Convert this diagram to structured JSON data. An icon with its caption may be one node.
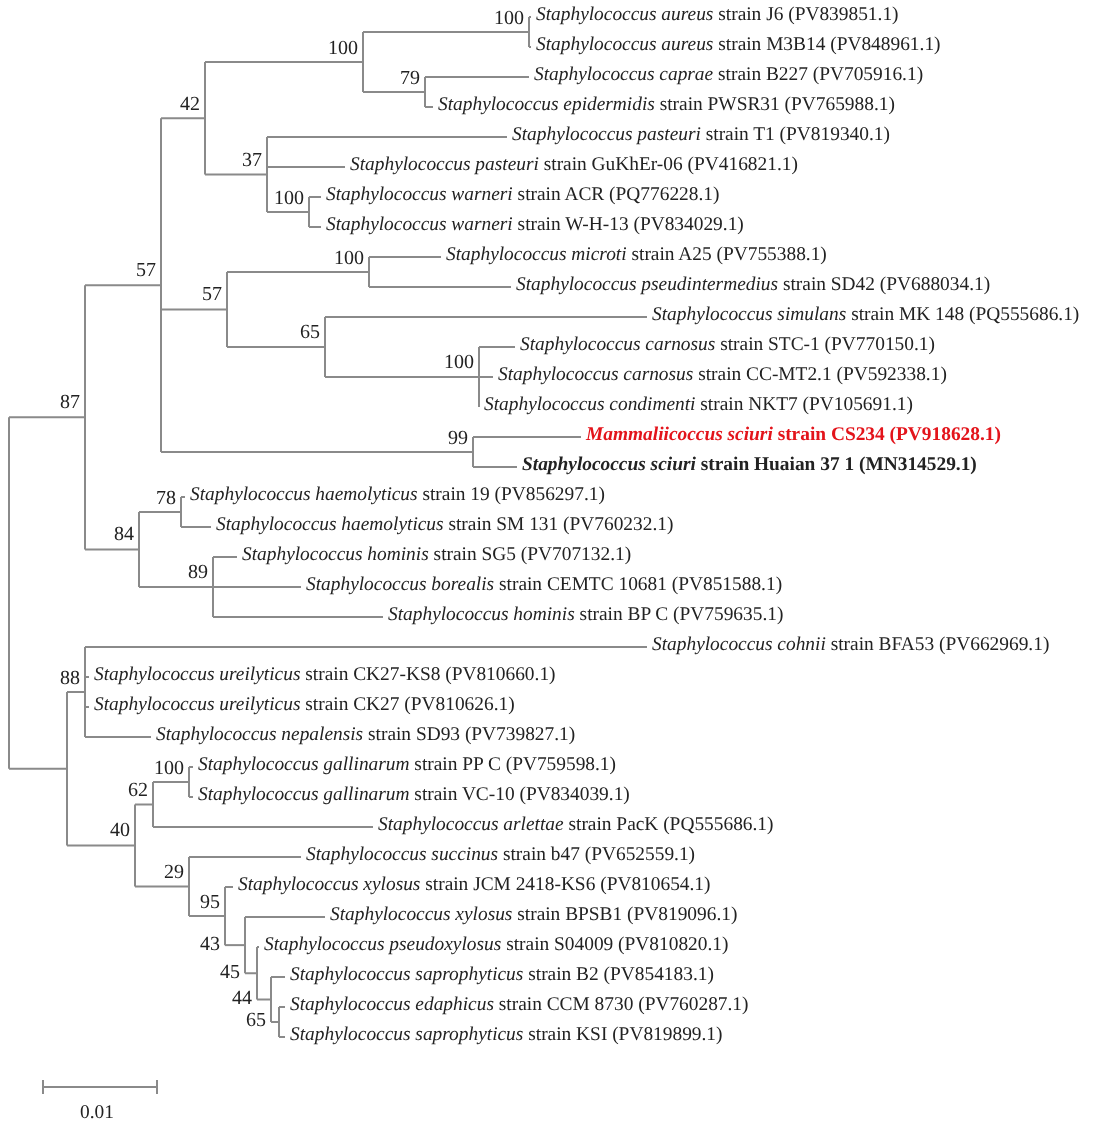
{
  "diagram": {
    "labels": [
      "*Staphylococcus aureus* strain J6 (PV839851.1)",
      "100",
      "*Staphylococcus aureus* strain M3B14 (PV848961.1)",
      "100",
      "*Staphylococcus caprae* strain B227 (PV705916.1)",
      "79",
      "*Staphylococcus epidermidis* strain PWSR31 (PV765988.1)",
      "42",
      "*Staphylococcus pasteuri* strain T1 (PV819340.1)",
      "*Staphylococcus pasteuri* strain GuKhEr-06 (PV416821.1)",
      "37",
      "*Staphylococcus warneri* strain ACR (PQ776228.1)",
      "100",
      "*Staphylococcus warneri* strain W-H-13 (PV834029.1)",
      "*Staphylococcus microti* strain A25 (PV755388.1)",
      "100",
      "57",
      "*Staphylococcus pseudintermedius* strain SD42 (PV688034.1)",
      "57",
      "*Staphylococcus simulans* strain MK 148 (PQ555686.1)",
      "65",
      "*Staphylococcus carnosus* strain STC-1 (PV770150.1)",
      "100",
      "*Staphylococcus carnosus* strain CC-MT2.1 (PV592338.1)",
      "*Staphylococcus condimenti* strain NKT7 (PV105691.1)",
      "87",
      "*Mammaliicoccus sciuri* strain CS234 (PV918628.1)",
      "99",
      "*Staphylococcus sciuri* strain Huaian 37 1 (MN314529.1)",
      "*Staphylococcus haemolyticus* strain 19 (PV856297.1)",
      "78",
      "*Staphylococcus haemolyticus* strain SM 131 (PV760232.1)",
      "84",
      "*Staphylococcus hominis* strain SG5 (PV707132.1)",
      "89",
      "*Staphylococcus borealis* strain CEMTC 10681 (PV851588.1)",
      "*Staphylococcus hominis* strain BP C (PV759635.1)",
      "*Staphylococcus cohnii* strain BFA53 (PV662969.1)",
      "*Staphylococcus ureilyticus* strain CK27-KS8 (PV810660.1)",
      "88",
      "*Staphylococcus ureilyticus* strain CK27 (PV810626.1)",
      "*Staphylococcus nepalensis* strain SD93 (PV739827.1)",
      "*Staphylococcus gallinarum* strain PP C (PV759598.1)",
      "100",
      "*Staphylococcus gallinarum* strain VC-10 (PV834039.1)",
      "62",
      "*Staphylococcus arlettae* strain PacK (PQ555686.1)",
      "40",
      "*Staphylococcus succinus* strain b47 (PV652559.1)",
      "29",
      "*Staphylococcus xylosus* strain JCM 2418-KS6 (PV810654.1)",
      "95",
      "*Staphylococcus xylosus* strain BPSB1 (PV819096.1)",
      "43",
      "*Staphylococcus pseudoxylosus* strain S04009 (PV810820.1)",
      "45",
      "*Staphylococcus saprophyticus* strain B2 (PV854183.1)",
      "44",
      "*Staphylococcus edaphicus* strain CCM 8730 (PV760287.1)",
      "65",
      "*Staphylococcus saprophyticus* strain KSI (PV819899.1)",
      "0.01"
    ]
  }
}
